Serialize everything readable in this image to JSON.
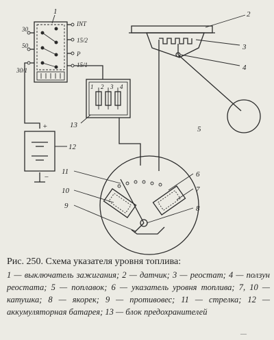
{
  "diagram": {
    "callouts": [
      "1",
      "2",
      "3",
      "4",
      "5",
      "6",
      "7",
      "8",
      "9",
      "10",
      "11",
      "12",
      "13"
    ],
    "switch_terminals": {
      "left": [
        "30",
        "50",
        "30/1"
      ],
      "right": [
        "INT",
        "15/2",
        "P",
        "15/1"
      ]
    },
    "fuse_numbers": [
      "1",
      "2",
      "3",
      "4"
    ],
    "polarity": {
      "plus": "+",
      "minus": "−"
    }
  },
  "caption": {
    "title": "Рис. 250. Схема указателя уровня топлива:",
    "body": "1 — выключатель зажигания; 2 — датчик; 3 — реостат; 4 — ползун реостата; 5 — поплавок; 6 — указатель уровня топлива; 7, 10 — катушка; 8 — якорек; 9 — противовес; 11 — стрелка; 12 — аккумуляторная батарея; 13 — блок предохранителей",
    "page_mark": "—"
  }
}
